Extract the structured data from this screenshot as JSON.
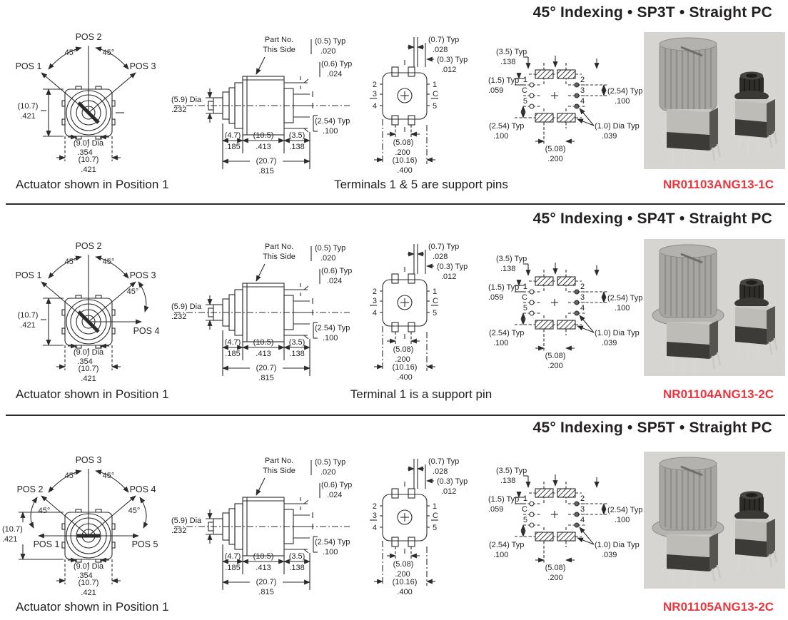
{
  "colors": {
    "ink": "#231f20",
    "red": "#e8353e",
    "photo_bg": "#d6d5d1"
  },
  "sections": [
    {
      "title": "45° Indexing • SP3T • Straight PC",
      "part_number": "NR01103ANG13-1C",
      "actuator_note": "Actuator shown in Position 1",
      "terminal_note": "Terminals 1 & 5 are support pins",
      "front": {
        "top": "POS 2",
        "left": "POS 1",
        "right": "POS 3",
        "a1": "45°",
        "a2": "45°"
      }
    },
    {
      "title": "45° Indexing • SP4T • Straight PC",
      "part_number": "NR01104ANG13-2C",
      "actuator_note": "Actuator shown in Position 1",
      "terminal_note": "Terminal 1 is a support pin",
      "front": {
        "top": "POS 2",
        "left": "POS 1",
        "right": "POS 3",
        "right2": "POS 4",
        "a1": "45°",
        "a2": "45°",
        "a3": "45°"
      }
    },
    {
      "title": "45° Indexing • SP5T • Straight PC",
      "part_number": "NR01105ANG13-2C",
      "actuator_note": "Actuator shown in Position 1",
      "terminal_note": "",
      "front": {
        "top": "POS 3",
        "upper_left": "POS 2",
        "upper_right": "POS 4",
        "left": "POS 1",
        "right": "POS 5",
        "a1": "45°",
        "a2": "45°",
        "a3": "45°",
        "a4": "45°"
      }
    }
  ],
  "front_dims": {
    "height_mm": "(10.7)",
    "height_in": ".421",
    "dia_mm": "(9.0) Dia",
    "dia_in": ".354",
    "width_mm": "(10.7)",
    "width_in": ".421"
  },
  "side_view": {
    "part_no_1": "Part No.",
    "part_no_2": "This Side",
    "pin_t_mm": "(0.5) Typ",
    "pin_t_in": ".020",
    "pin_w_mm": "(0.6) Typ",
    "pin_w_in": ".024",
    "shaft_mm": "(5.9) Dia",
    "shaft_in": ".232",
    "pitch_mm": "(2.54) Typ",
    "pitch_in": ".100",
    "bush_mm": "(4.7)",
    "bush_in": ".185",
    "body_mm": "(10.5)",
    "body_in": ".413",
    "pin_mm": "(3.5)",
    "pin_in": ".138",
    "overall_mm": "(20.7)",
    "overall_in": ".815"
  },
  "rear_view": {
    "tab_mm": "(0.7) Typ",
    "tab_in": ".028",
    "slot_mm": "(0.3) Typ",
    "slot_in": ".012",
    "left_terminals": [
      "2",
      "3",
      "4"
    ],
    "right_terminals": [
      "1",
      "C",
      "5"
    ],
    "span_mm": "(5.08)",
    "span_in": ".200",
    "width_mm": "(10.16)",
    "width_in": ".400"
  },
  "pcb": {
    "pad_mm": "(3.5) Typ",
    "pad_in": ".138",
    "offset_mm": "(1.5) Typ",
    "offset_in": ".059",
    "pitch_r_mm": "(2.54) Typ",
    "pitch_r_in": ".100",
    "pitch_b_mm": "(2.54) Typ",
    "pitch_b_in": ".100",
    "hole_mm": "(1.0) Dia Typ",
    "hole_in": ".039",
    "span_mm": "(5.08)",
    "span_in": ".200",
    "left_pads": [
      "1",
      "C",
      "5"
    ],
    "right_pads": [
      "2",
      "3",
      "4"
    ]
  }
}
